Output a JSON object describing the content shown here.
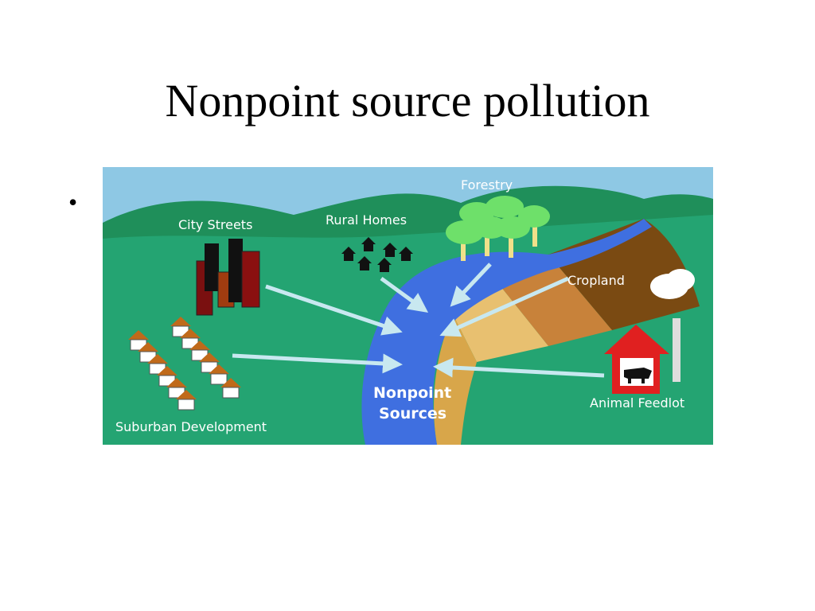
{
  "slide": {
    "title": "Nonpoint source pollution",
    "bullet": "•"
  },
  "diagram": {
    "labels": {
      "forestry": "Forestry",
      "city_streets": "City Streets",
      "rural_homes": "Rural Homes",
      "cropland": "Cropland",
      "animal_feedlot": "Animal Feedlot",
      "suburban_development": "Suburban Development",
      "center_line1": "Nonpoint",
      "center_line2": "Sources"
    },
    "colors": {
      "sky": "#8ec8e4",
      "hills": "#1f8f5a",
      "ground": "#24a472",
      "river": "#3f6fe0",
      "arrow": "#c8e8f0",
      "cropland_light": "#e8c070",
      "cropland_mid": "#c8823a",
      "cropland_dark": "#7a4a12",
      "barn": "#e02020",
      "roof": "#c06a1a"
    }
  }
}
